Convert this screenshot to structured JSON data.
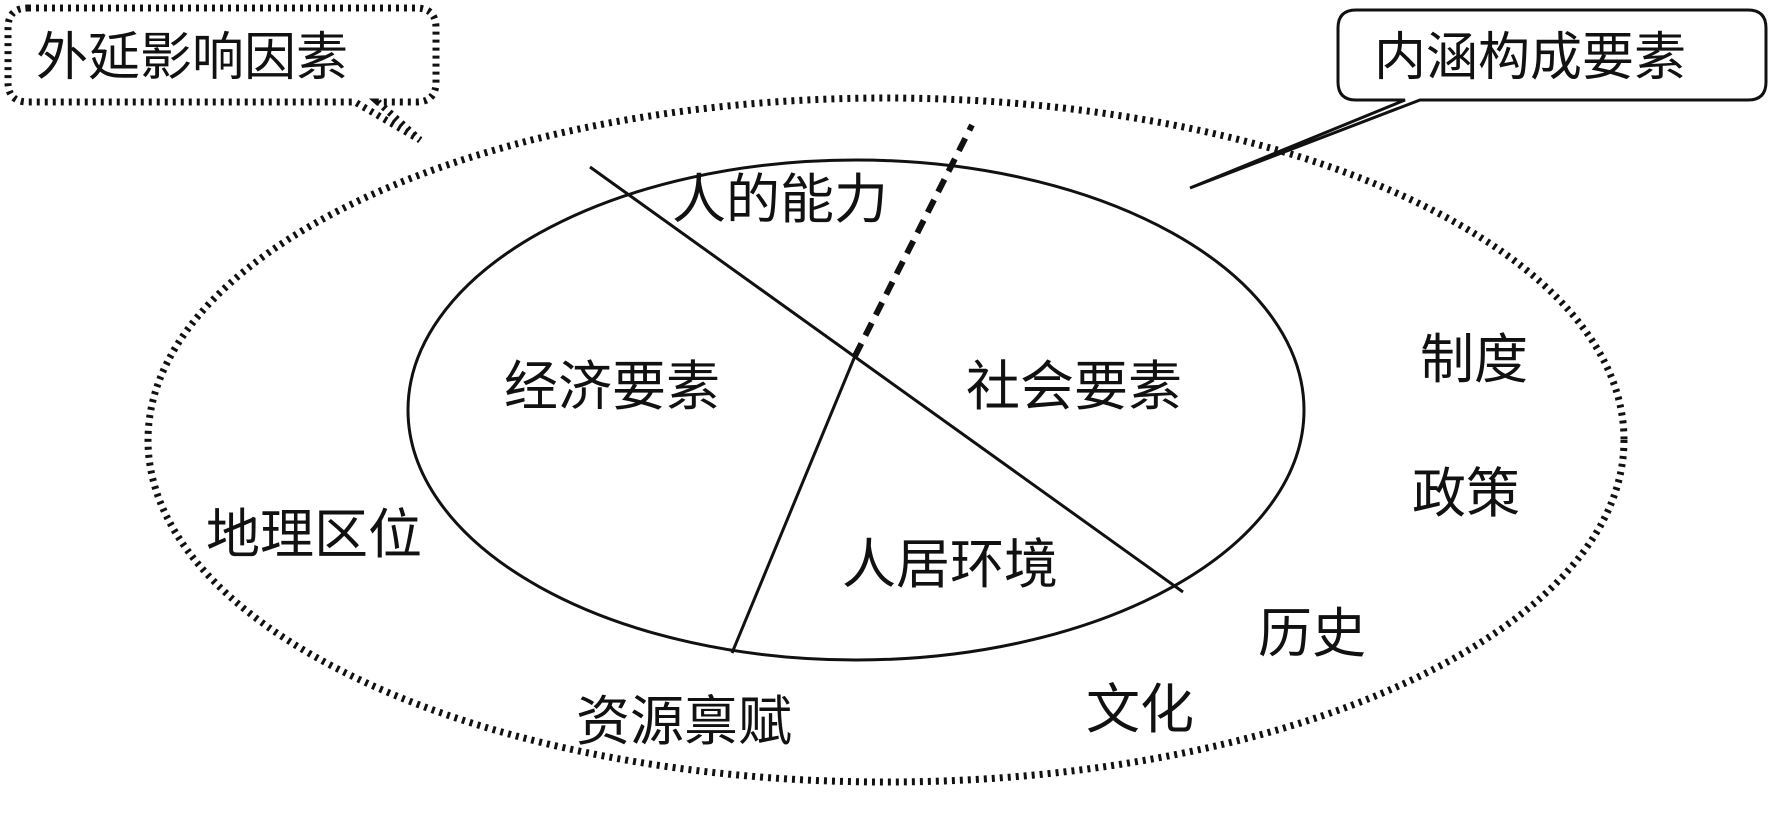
{
  "callouts": {
    "outer": "外延影响因素",
    "inner": "内涵构成要素"
  },
  "inner_sections": {
    "ability": "人的能力",
    "economic": "经济要素",
    "social": "社会要素",
    "living": "人居环境"
  },
  "outer_factors": {
    "institution": "制度",
    "policy": "政策",
    "location": "地理区位",
    "history": "历史",
    "culture": "文化",
    "resources": "资源禀赋"
  },
  "colors": {
    "ink": "#111111",
    "background": "#ffffff"
  }
}
